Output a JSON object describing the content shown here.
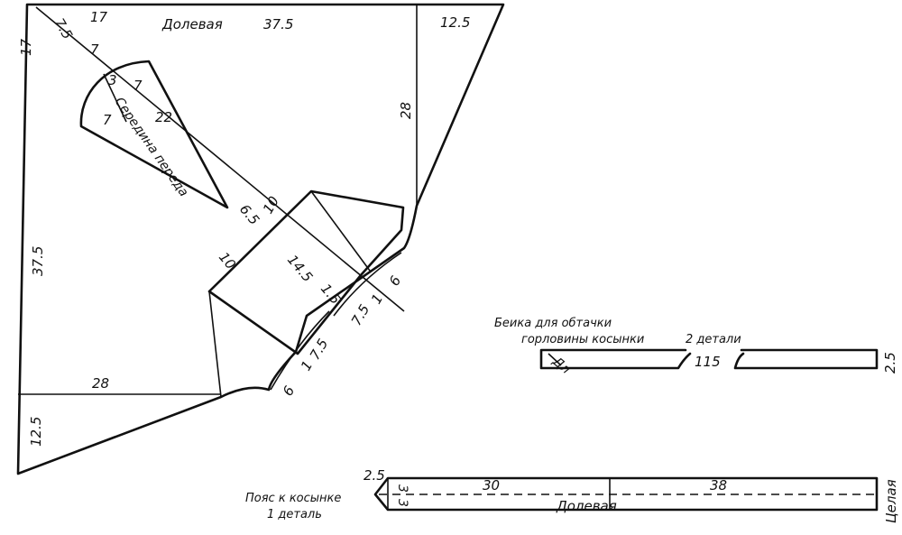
{
  "main_pattern": {
    "grain_label": "Долевая",
    "grain_value": "37.5",
    "top_left": "17",
    "top_right": "12.5",
    "corner_small": "7.5",
    "left_top": "17",
    "left_middle": "37.5",
    "left_bottom": "12.5",
    "right_vertical": "28",
    "bottom_horizontal": "28",
    "diag_7": "7",
    "arc_3": "3",
    "arc_7_right": "7",
    "arc_7_left": "7",
    "arc_22": "22",
    "center_front": "Середина переда",
    "mid_6_5": "6.5",
    "mid_10_upper": "10",
    "mid_10_left": "10",
    "mid_14_5": "14.5",
    "mid_1_5": "1.5",
    "slant_7_5_upper": "7.5",
    "slant_1_upper": "1",
    "slant_6_upper": "6",
    "slant_1_lower": "1",
    "slant_7_5_lower": "7.5",
    "slant_6_lower": "6"
  },
  "binding_strip": {
    "caption_line1": "Беика для обтачки",
    "caption_line2": "горловины косынки",
    "caption_count": "2 детали",
    "grain_mark": "Дл",
    "length": "115",
    "width": "2.5"
  },
  "belt": {
    "caption_line1": "Пояс к косынке",
    "caption_line2": "1 деталь",
    "tip": "2.5",
    "side_3a": "3",
    "side_3b": "3",
    "length_30": "30",
    "length_38": "38",
    "grain_label": "Долевая",
    "whole_label": "Целая"
  }
}
